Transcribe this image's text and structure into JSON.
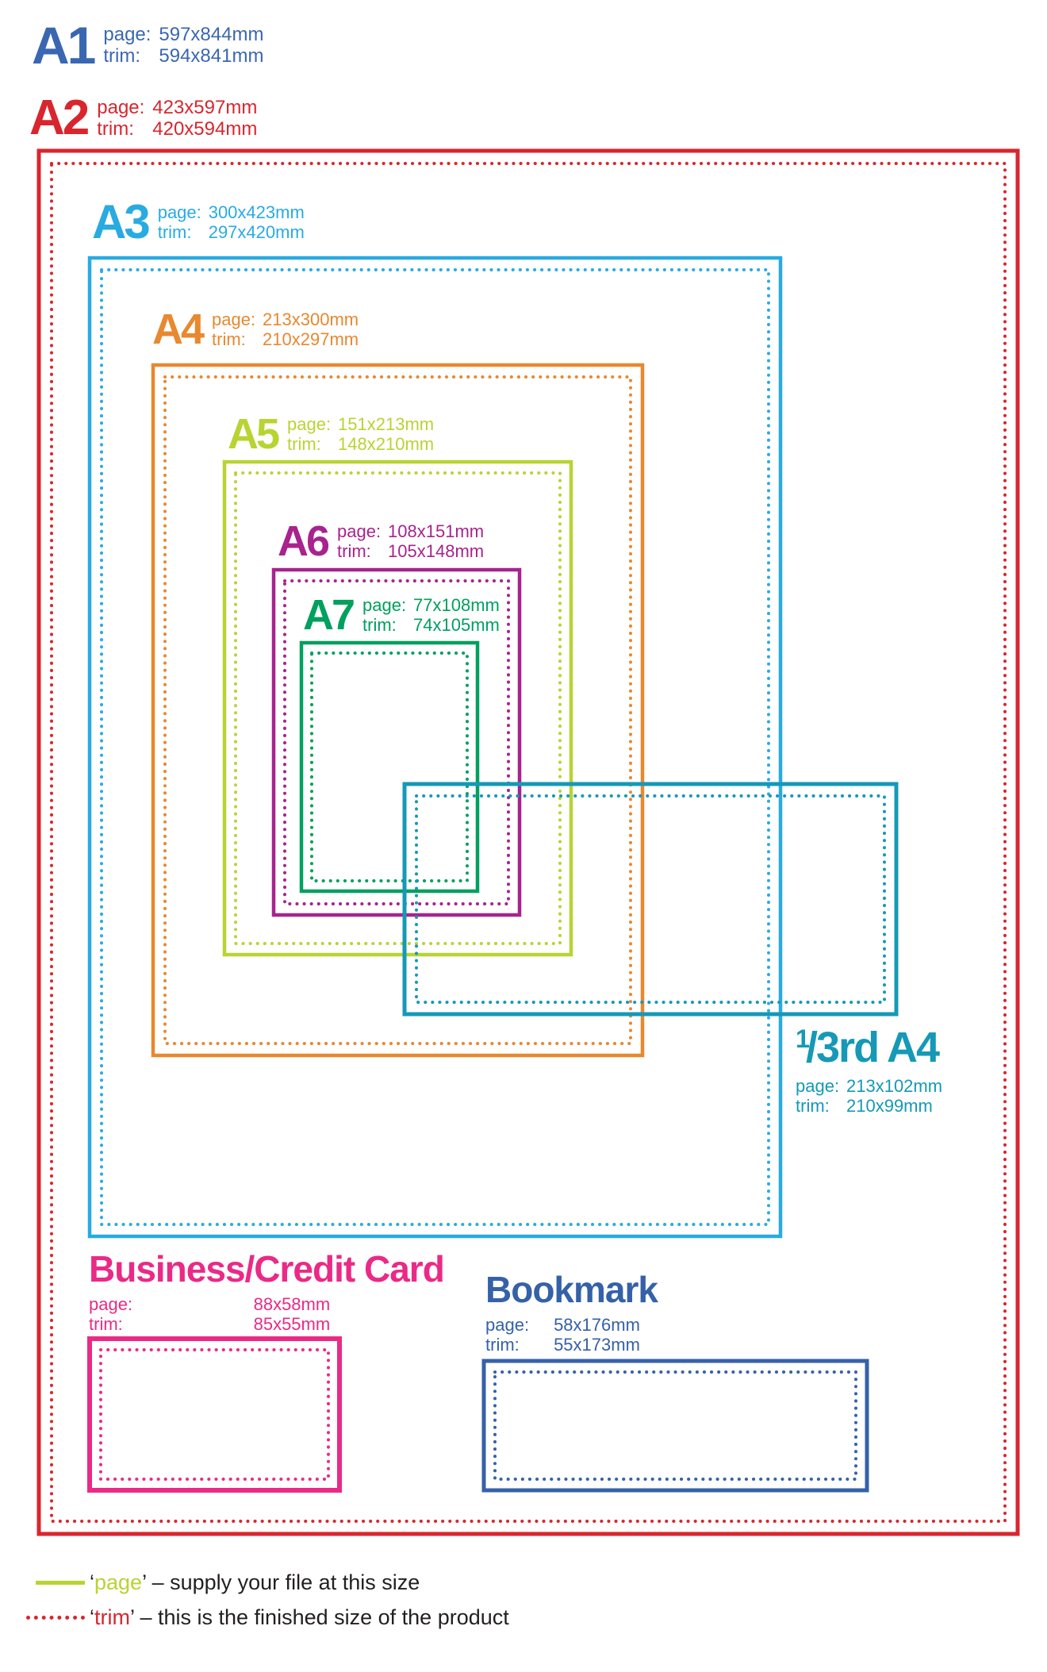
{
  "labels": {
    "page": "page:",
    "trim": "trim:"
  },
  "sizes": [
    {
      "id": "a1",
      "name": "A1",
      "page": "597x844mm",
      "trim": "594x841mm",
      "color": "#3a67b1"
    },
    {
      "id": "a2",
      "name": "A2",
      "page": "423x597mm",
      "trim": "420x594mm",
      "color": "#d9262e"
    },
    {
      "id": "a3",
      "name": "A3",
      "page": "300x423mm",
      "trim": "297x420mm",
      "color": "#29abe2"
    },
    {
      "id": "a4",
      "name": "A4",
      "page": "213x300mm",
      "trim": "210x297mm",
      "color": "#e8882f"
    },
    {
      "id": "a5",
      "name": "A5",
      "page": "151x213mm",
      "trim": "148x210mm",
      "color": "#b8d433"
    },
    {
      "id": "a6",
      "name": "A6",
      "page": "108x151mm",
      "trim": "105x148mm",
      "color": "#a8238e"
    },
    {
      "id": "a7",
      "name": "A7",
      "page": "77x108mm",
      "trim": "74x105mm",
      "color": "#00a05f"
    },
    {
      "id": "third-a4",
      "name_sup": "1",
      "name_main": "/3rd A4",
      "page": "213x102mm",
      "trim": "210x99mm",
      "color": "#1599b6"
    },
    {
      "id": "business-card",
      "name": "Business/Credit Card",
      "page": "88x58mm",
      "trim": "85x55mm",
      "color": "#ea2a86"
    },
    {
      "id": "bookmark",
      "name": "Bookmark",
      "page": "58x176mm",
      "trim": "55x173mm",
      "color": "#3561a8"
    }
  ],
  "legend": {
    "page": {
      "pre": "‘",
      "keyword": "page",
      "post": "’ – supply your file at this size"
    },
    "trim": {
      "pre": "‘",
      "keyword": "trim",
      "post": "’ – this is the finished size of the product"
    }
  }
}
